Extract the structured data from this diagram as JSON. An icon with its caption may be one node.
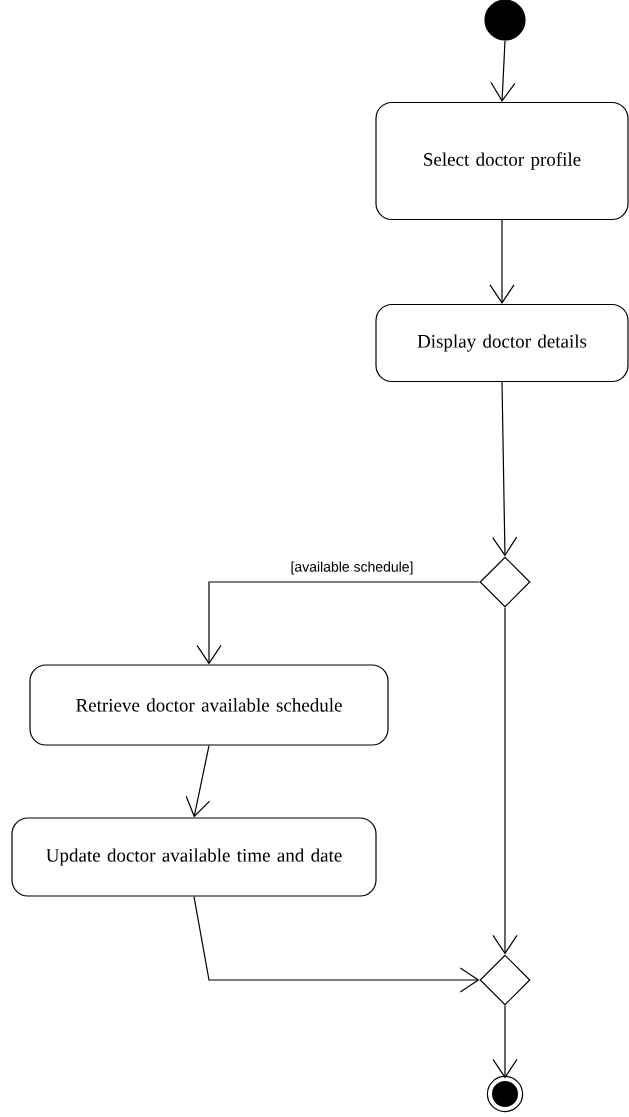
{
  "diagram": {
    "nodes": [
      {
        "text": [],
        "shape": "circle"
      },
      {
        "text": [
          "Select doctor profile"
        ]
      },
      {
        "text": [
          "Display doctor details"
        ]
      },
      {
        "text": [],
        "shape": "diamond"
      },
      {
        "text": [
          "Retrieve doctor available schedule"
        ]
      },
      {
        "text": [
          "Update doctor available time and date"
        ]
      },
      {
        "text": [],
        "shape": "diamond"
      },
      {
        "text": [],
        "shape": "bullseye"
      }
    ],
    "edges": [
      {
        "from": 0,
        "to": 1,
        "arrow": "to"
      },
      {
        "from": 1,
        "to": 2,
        "arrow": "to"
      },
      {
        "from": 2,
        "to": 3,
        "arrow": "to"
      },
      {
        "from": 3,
        "to": 4,
        "arrow": "to",
        "label": "[available schedule]"
      },
      {
        "from": 3,
        "to": 6,
        "arrow": "to"
      },
      {
        "from": 4,
        "to": 5,
        "arrow": "to"
      },
      {
        "from": 5,
        "to": 6,
        "arrow": "to"
      },
      {
        "from": 6,
        "to": 7,
        "arrow": "to"
      }
    ]
  }
}
